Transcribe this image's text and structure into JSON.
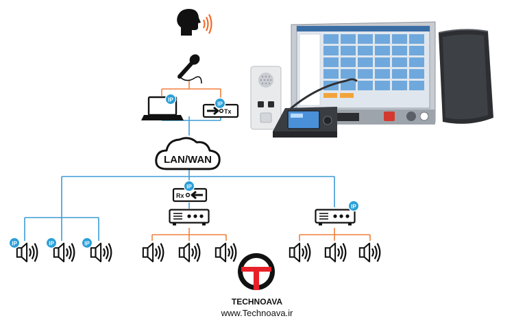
{
  "diagram": {
    "network_label": "LAN/WAN",
    "ip_badge": "IP",
    "tx_label": "Tx",
    "rx_label": "Rx"
  },
  "brand": {
    "name": "TECHNOAVA",
    "url": "www.Technoava.ir",
    "logo_color": "#e8202a"
  },
  "colors": {
    "network_line": "#3a9bd5",
    "audio_line": "#f07f3c",
    "badge": "#2a9fd8",
    "icon": "#111111",
    "wave": "#f06a28"
  }
}
